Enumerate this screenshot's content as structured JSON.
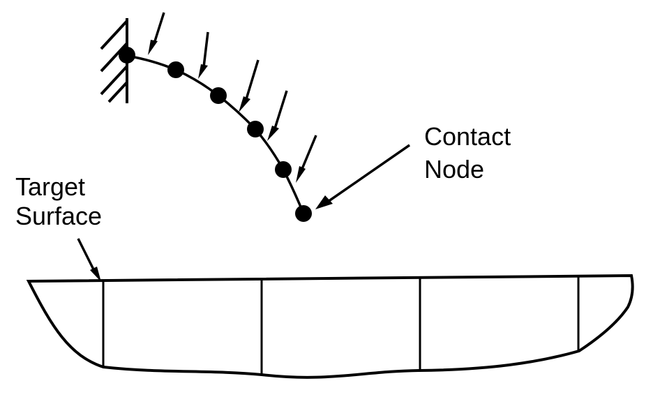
{
  "labels": {
    "contact_node": [
      "Contact",
      "Node"
    ],
    "target_surface": [
      "Target",
      "Surface"
    ]
  },
  "colors": {
    "ink": "#000000",
    "background": "#ffffff"
  }
}
